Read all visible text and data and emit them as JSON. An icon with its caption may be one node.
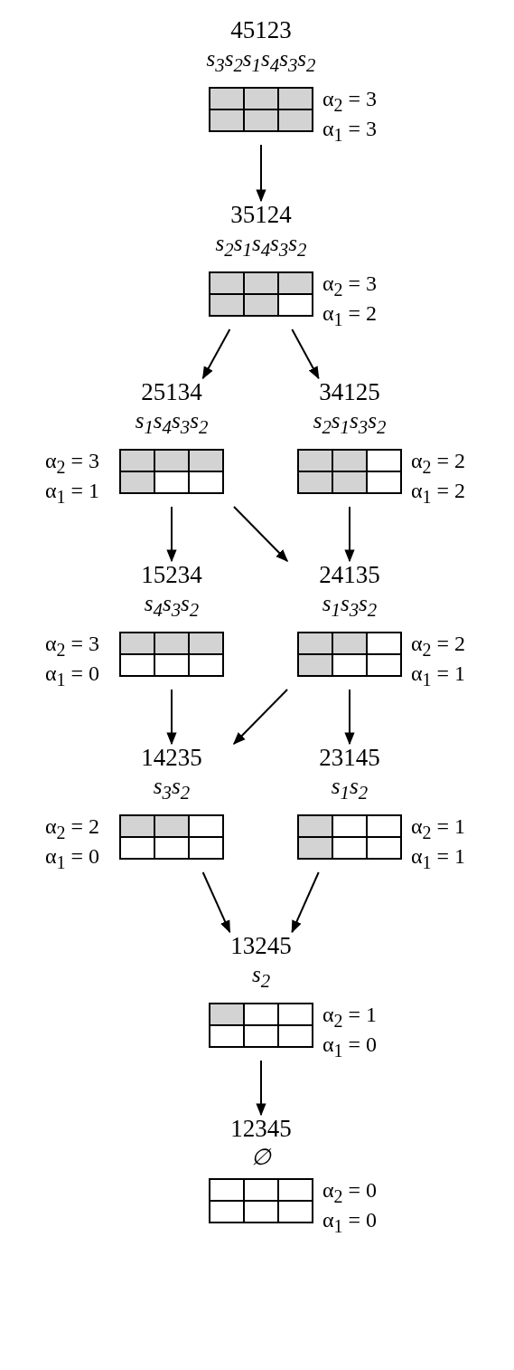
{
  "diagram": {
    "nodes": [
      {
        "text": [
          "45123",
          "s$_{3}$s$_{2}$s$_{1}$s$_{4}$s$_{3}$s$_{2}$"
        ],
        "beside": [
          "α$_{2}$ = 3",
          "α$_{1}$ = 3"
        ]
      },
      {
        "text": [
          "35124",
          "s$_{2}$s$_{1}$s$_{4}$s$_{3}$s$_{2}$"
        ],
        "beside": [
          "α$_{2}$ = 3",
          "α$_{1}$ = 2"
        ]
      },
      {
        "text": [
          "25134",
          "s$_{1}$s$_{4}$s$_{3}$s$_{2}$"
        ],
        "beside": [
          "α$_{2}$ = 3",
          "α$_{1}$ = 1"
        ]
      },
      {
        "text": [
          "34125",
          "s$_{2}$s$_{1}$s$_{3}$s$_{2}$"
        ],
        "beside": [
          "α$_{2}$ = 2",
          "α$_{1}$ = 2"
        ]
      },
      {
        "text": [
          "15234",
          "s$_{4}$s$_{3}$s$_{2}$"
        ],
        "beside": [
          "α$_{2}$ = 3",
          "α$_{1}$ = 0"
        ]
      },
      {
        "text": [
          "24135",
          "s$_{1}$s$_{3}$s$_{2}$"
        ],
        "beside": [
          "α$_{2}$ = 2",
          "α$_{1}$ = 1"
        ]
      },
      {
        "text": [
          "14235",
          "s$_{3}$s$_{2}$"
        ],
        "beside": [
          "α$_{2}$ = 2",
          "α$_{1}$ = 0"
        ]
      },
      {
        "text": [
          "23145",
          "s$_{1}$s$_{2}$"
        ],
        "beside": [
          "α$_{2}$ = 1",
          "α$_{1}$ = 1"
        ]
      },
      {
        "text": [
          "13245",
          "s$_{2}$"
        ],
        "beside": [
          "α$_{2}$ = 1",
          "α$_{1}$ = 0"
        ]
      },
      {
        "text": [
          "12345",
          "∅"
        ],
        "beside": [
          "α$_{2}$ = 0",
          "α$_{1}$ = 0"
        ]
      }
    ],
    "edges": [
      {
        "from": 0,
        "to": 1,
        "arrow": "to"
      },
      {
        "from": 1,
        "to": 2,
        "arrow": "to"
      },
      {
        "from": 1,
        "to": 3,
        "arrow": "to"
      },
      {
        "from": 2,
        "to": 4,
        "arrow": "to"
      },
      {
        "from": 2,
        "to": 5,
        "arrow": "to"
      },
      {
        "from": 3,
        "to": 5,
        "arrow": "to"
      },
      {
        "from": 4,
        "to": 6,
        "arrow": "to"
      },
      {
        "from": 5,
        "to": 6,
        "arrow": "to"
      },
      {
        "from": 5,
        "to": 7,
        "arrow": "to"
      },
      {
        "from": 6,
        "to": 8,
        "arrow": "to"
      },
      {
        "from": 7,
        "to": 8,
        "arrow": "to"
      },
      {
        "from": 8,
        "to": 9,
        "arrow": "to"
      }
    ]
  }
}
